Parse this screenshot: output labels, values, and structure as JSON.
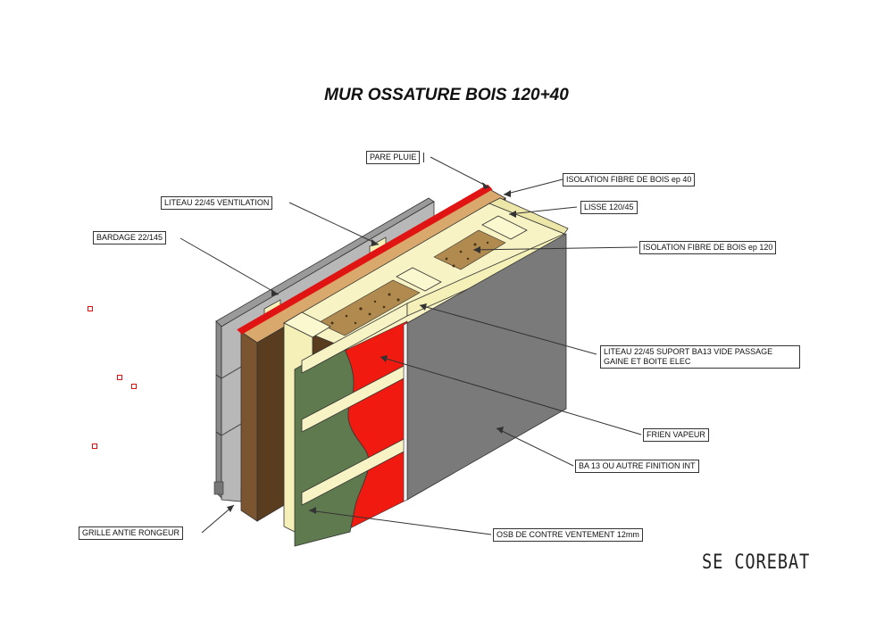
{
  "title": "MUR OSSATURE BOIS 120+40",
  "brand": "SE COREBAT",
  "labels": {
    "pare_pluie": "PARE PLUIE",
    "isolation_40": "ISOLATION FIBRE DE BOIS ep 40",
    "liteau_ventilation": "LITEAU 22/45 VENTILATION",
    "lisse": "LISSE 120/45",
    "bardage": "BARDAGE 22/145",
    "isolation_120": "ISOLATION FIBRE DE BOIS ep 120",
    "liteau_support": "LITEAU 22/45 SUPORT BA13 VIDE PASSAGE GAINE ET BOITE ELEC",
    "frein_vapeur": "FRIEN VAPEUR",
    "ba13": "BA 13 OU AUTRE FINITION INT",
    "grille": "GRILLE ANTIE RONGEUR",
    "osb": "OSB DE CONTRE VENTEMENT 12mm"
  },
  "colors": {
    "pare_pluie": "#e11414",
    "frein_vapeur": "#f01a10",
    "timber": "#f4f0b8",
    "osb": "#5f7a4e",
    "plaster": "#7a7a7a",
    "insulation_ext": "#5a3d1e",
    "cladding": "#8a8a8a",
    "markers": "#e01010"
  }
}
